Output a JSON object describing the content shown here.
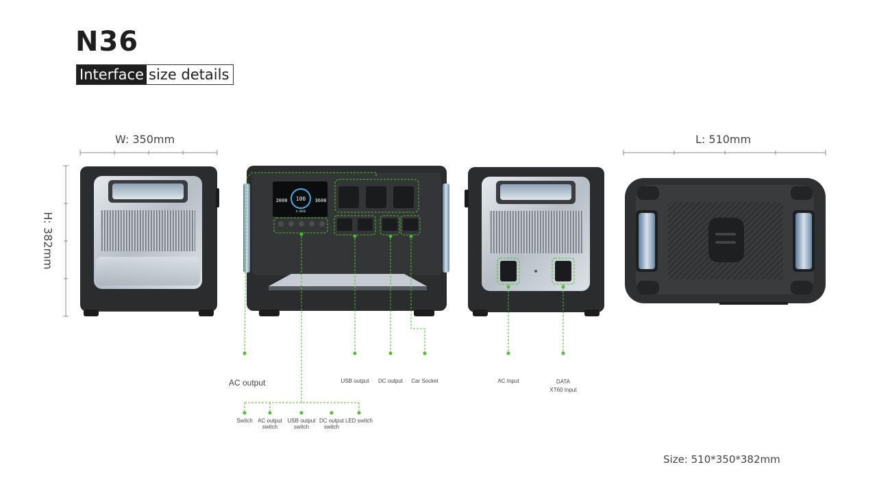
{
  "header": {
    "model": "N36",
    "subtitle_highlight": "Interface",
    "subtitle_rest": "size details"
  },
  "dimensions": {
    "width": "W:  350mm",
    "height": "H:  382mm",
    "length": "L:  510mm",
    "size": "Size:  510*350*382mm"
  },
  "display": {
    "left_value": "2000",
    "center_value": "100",
    "right_value": "3600",
    "bottom_value": "0.0000"
  },
  "front_labels": {
    "ac_output": "AC output",
    "usb_output": "USB output",
    "dc_output": "DC output",
    "car_socket": "Car Socket"
  },
  "switch_labels": {
    "switch": "Switch",
    "ac_output_switch_1": "AC output",
    "ac_output_switch_2": "switch",
    "usb_output_switch_1": "USB output",
    "usb_output_switch_2": "switch",
    "dc_output_switch_1": "DC output",
    "dc_output_switch_2": "switch",
    "led_switch": "LED switch"
  },
  "back_labels": {
    "ac_input": "AC Input",
    "data_1": "DATA",
    "data_2": "XT60 Input"
  },
  "colors": {
    "callout_green": "#4bbf2f",
    "body_dark": "#2b2c2e",
    "panel_silver": "#c9ced3",
    "title_dark": "#1e1e1e"
  }
}
